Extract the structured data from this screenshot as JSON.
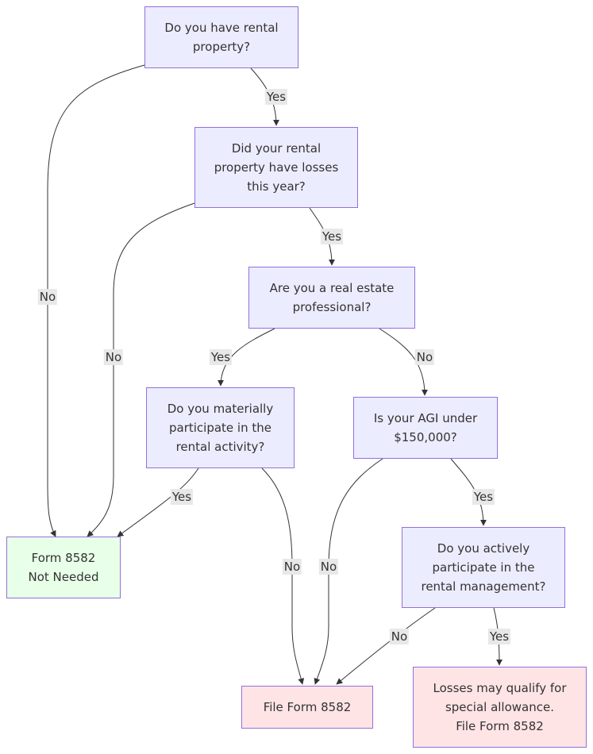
{
  "nodes": {
    "rental": "Do you have rental\nproperty?",
    "losses": "Did your rental\nproperty have losses\nthis year?",
    "professional": "Are you a real estate\nprofessional?",
    "materially": "Do you materially\nparticipate in the\nrental activity?",
    "agi": "Is your AGI under\n$150,000?",
    "not_needed": "Form 8582\nNot Needed",
    "actively": "Do you actively\nparticipate in the\nrental management?",
    "file": "File Form 8582",
    "allowance": "Losses may qualify for\nspecial allowance.\nFile Form 8582"
  },
  "edges": {
    "rental_yes": "Yes",
    "rental_no": "No",
    "losses_yes": "Yes",
    "losses_no": "No",
    "pro_yes": "Yes",
    "pro_no": "No",
    "mat_yes": "Yes",
    "mat_no": "No",
    "agi_no": "No",
    "agi_yes": "Yes",
    "act_no": "No",
    "act_yes": "Yes"
  },
  "colors": {
    "decision_fill": "#ececff",
    "not_needed_fill": "#e8ffe8",
    "file_fill": "#ffe4e6",
    "stroke": "#9370db",
    "edge": "#333333",
    "label_bg": "#e8e8e8"
  }
}
